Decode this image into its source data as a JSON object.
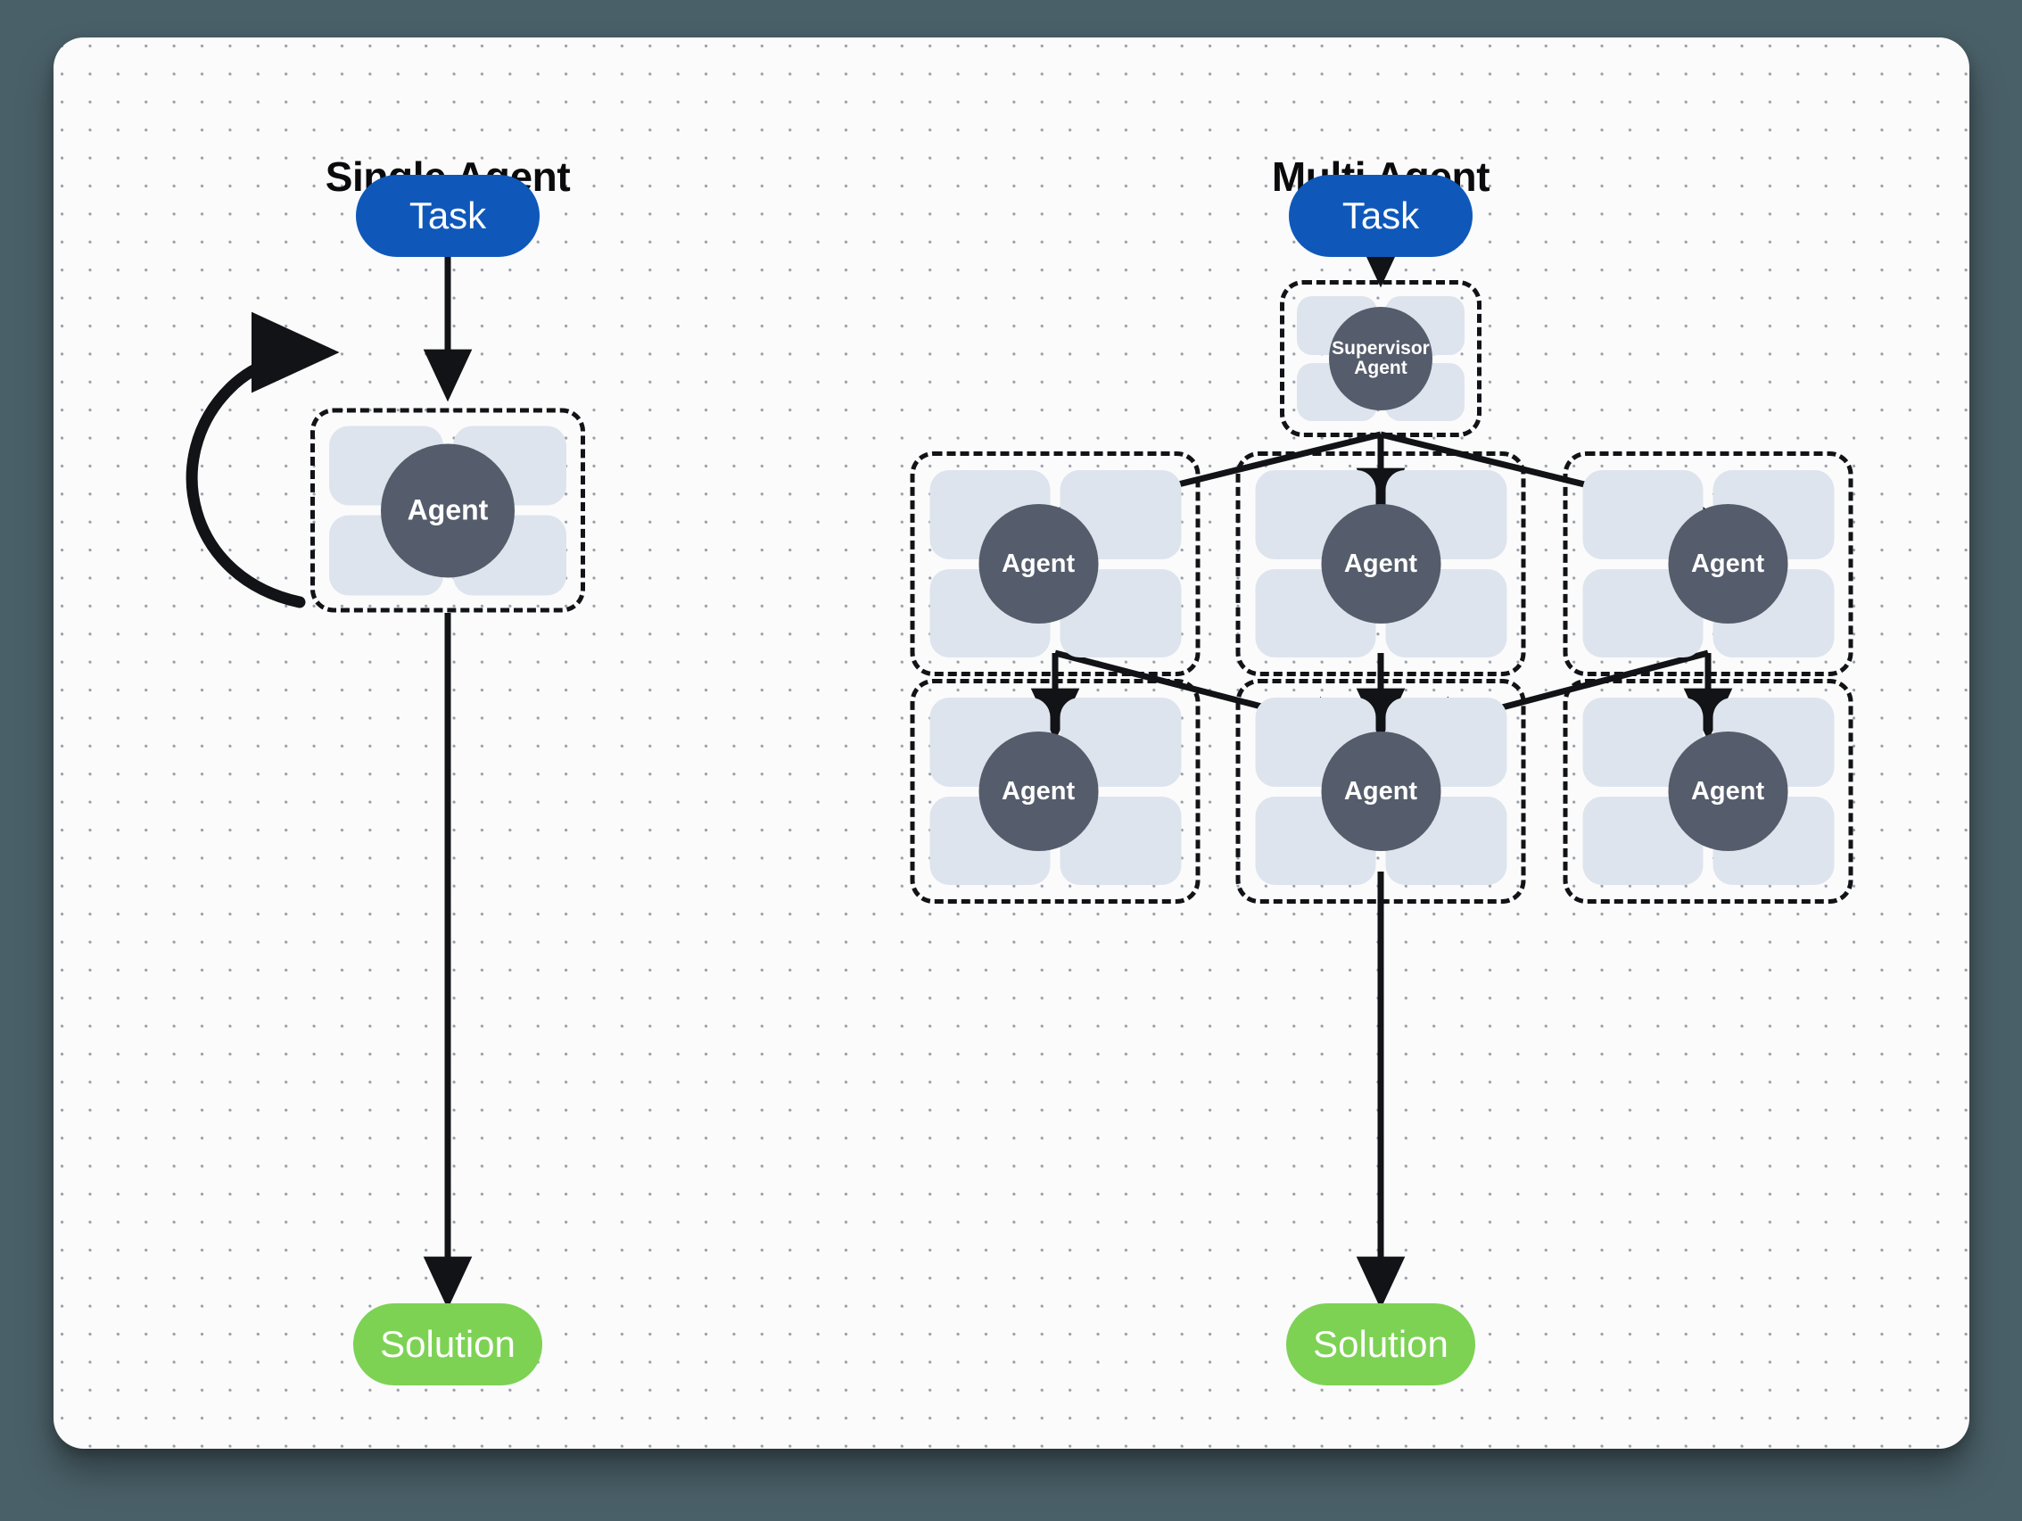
{
  "background": {
    "page_color": "#4a6068",
    "card_color": "#fbfbfc",
    "dot_color": "#9aa0a8"
  },
  "palette": {
    "task_blue": "#0f58ba",
    "solution_green": "#7dd254",
    "agent_circle": "#555c6b",
    "tile_blue": "#dee4ed",
    "stroke_black": "#111316"
  },
  "columns": [
    {
      "id": "single",
      "title": "Single Agent"
    },
    {
      "id": "multi",
      "title": "Multi Agent"
    }
  ],
  "single_agent": {
    "title": "Single Agent",
    "task_label": "Task",
    "agent_label": "Agent",
    "solution_label": "Solution",
    "self_loop": "self-reflection-loop"
  },
  "multi_agent": {
    "title": "Multi Agent",
    "task_label": "Task",
    "supervisor_label_line1": "Supervisor",
    "supervisor_label_line2": "Agent",
    "solution_label": "Solution",
    "row1": [
      {
        "label": "Agent"
      },
      {
        "label": "Agent"
      },
      {
        "label": "Agent"
      }
    ],
    "row2": [
      {
        "label": "Agent"
      },
      {
        "label": "Agent"
      },
      {
        "label": "Agent"
      }
    ]
  }
}
